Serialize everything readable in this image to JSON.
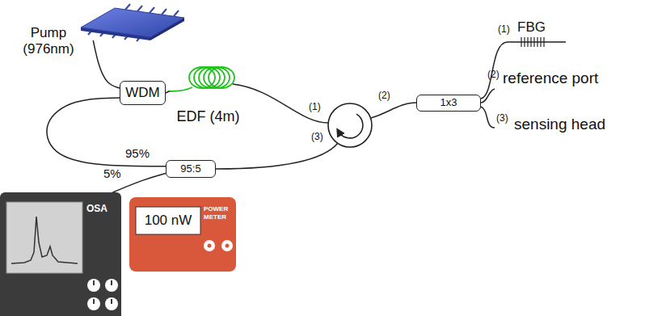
{
  "diagram": {
    "nodes": [
      {
        "text": [
          "Pump (976nm)"
        ]
      },
      {
        "text": [
          "WDM"
        ]
      },
      {
        "text": [
          "EDF (4m)"
        ]
      },
      {
        "text": [
          "1x3"
        ]
      },
      {
        "text": [
          "95:5"
        ]
      },
      {
        "text": [
          "OSA"
        ]
      },
      {
        "text": [
          "100 nW",
          "POWER METER"
        ]
      }
    ],
    "edges": [
      {
        "from": 0,
        "to": 1,
        "arrow": "none"
      },
      {
        "from": 1,
        "to": 2,
        "arrow": "none"
      },
      {
        "from": 4,
        "to": 1,
        "arrow": "none"
      },
      {
        "from": 4,
        "to": 5,
        "arrow": "none"
      }
    ],
    "labels": [
      "(1)",
      "(2)",
      "(3)",
      "(1)",
      "FBG",
      "(2)",
      "reference port",
      "(3)",
      "sensing head",
      "95%",
      "5%"
    ]
  }
}
